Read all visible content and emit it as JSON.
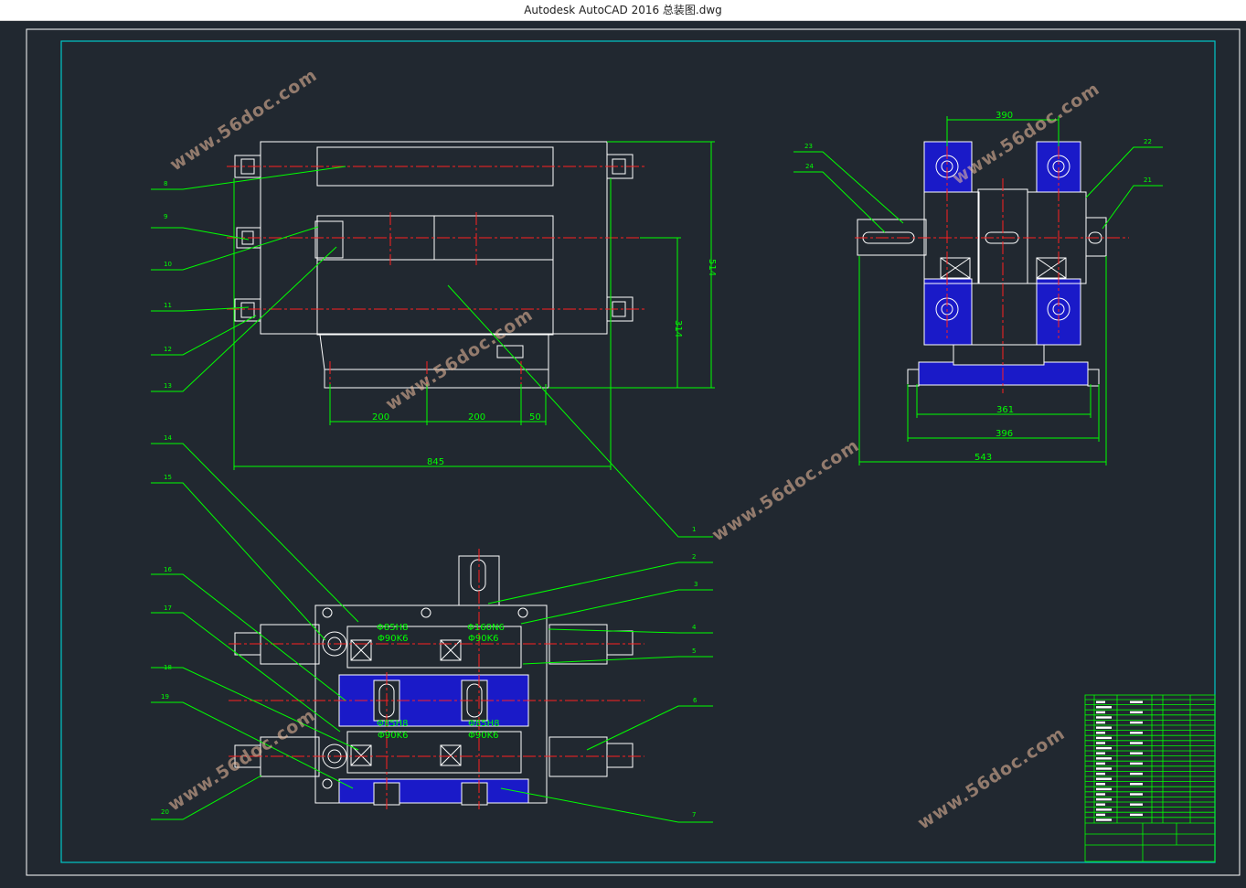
{
  "window": {
    "title": "Autodesk AutoCAD 2016    总装图.dwg"
  },
  "watermark": "www.56doc.com",
  "dimensions": {
    "d_200a": "200",
    "d_200b": "200",
    "d_50": "50",
    "d_845": "845",
    "d_314": "314",
    "d_514": "514",
    "d_390": "390",
    "d_361": "361",
    "d_396": "396",
    "d_543": "543"
  },
  "fits": {
    "top_left": "Φ85H8",
    "top_right": "Φ160N6",
    "mid_left": "Φ90K6",
    "mid_right": "Φ90K6",
    "low_left": "Φ85H8",
    "low_right": "Φ85H8",
    "lower_left": "Φ90K6",
    "lower_right": "Φ90K6"
  },
  "balloons": [
    "1",
    "2",
    "3",
    "4",
    "5",
    "6",
    "7",
    "8",
    "9",
    "10",
    "11",
    "12",
    "13",
    "14",
    "15",
    "16",
    "17",
    "18",
    "19",
    "20",
    "21",
    "22",
    "23",
    "24"
  ],
  "colors": {
    "background": "#212830",
    "outline": "#ffffff",
    "leader": "#00ff00",
    "center": "#ff2020",
    "frame": "#00c8c8",
    "hatch": "#1010c0"
  }
}
